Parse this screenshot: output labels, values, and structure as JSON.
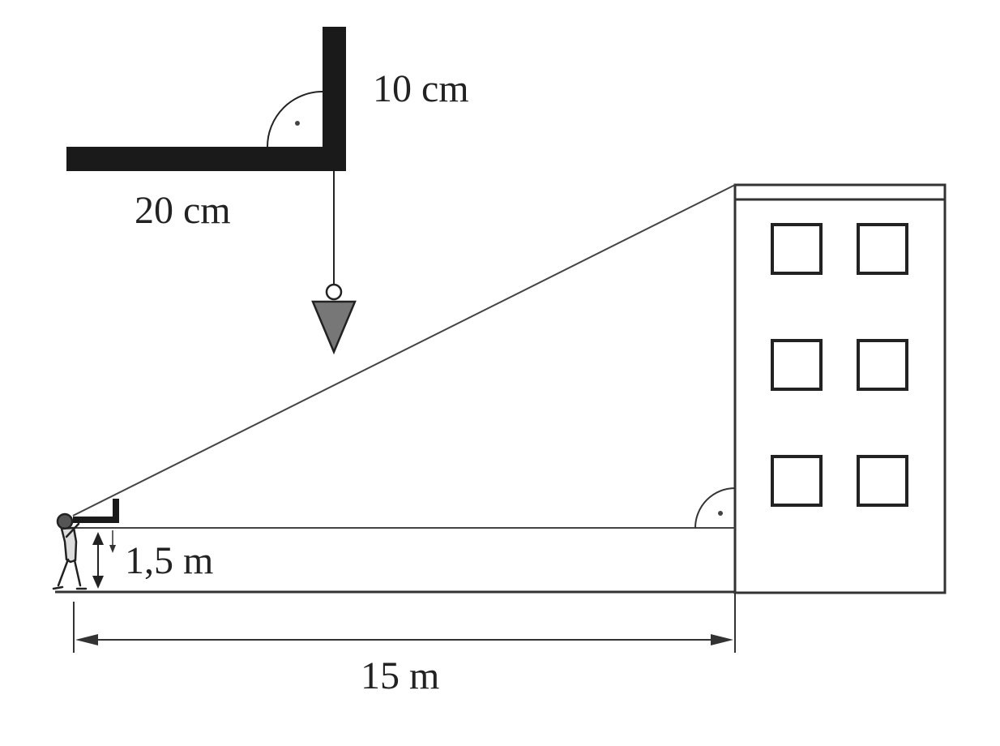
{
  "labels": {
    "short_leg": "10 cm",
    "long_leg": "20 cm",
    "eye_height": "1,5 m",
    "distance": "15 m"
  },
  "colors": {
    "ink": "#222222",
    "plumb_fill": "#777777"
  }
}
